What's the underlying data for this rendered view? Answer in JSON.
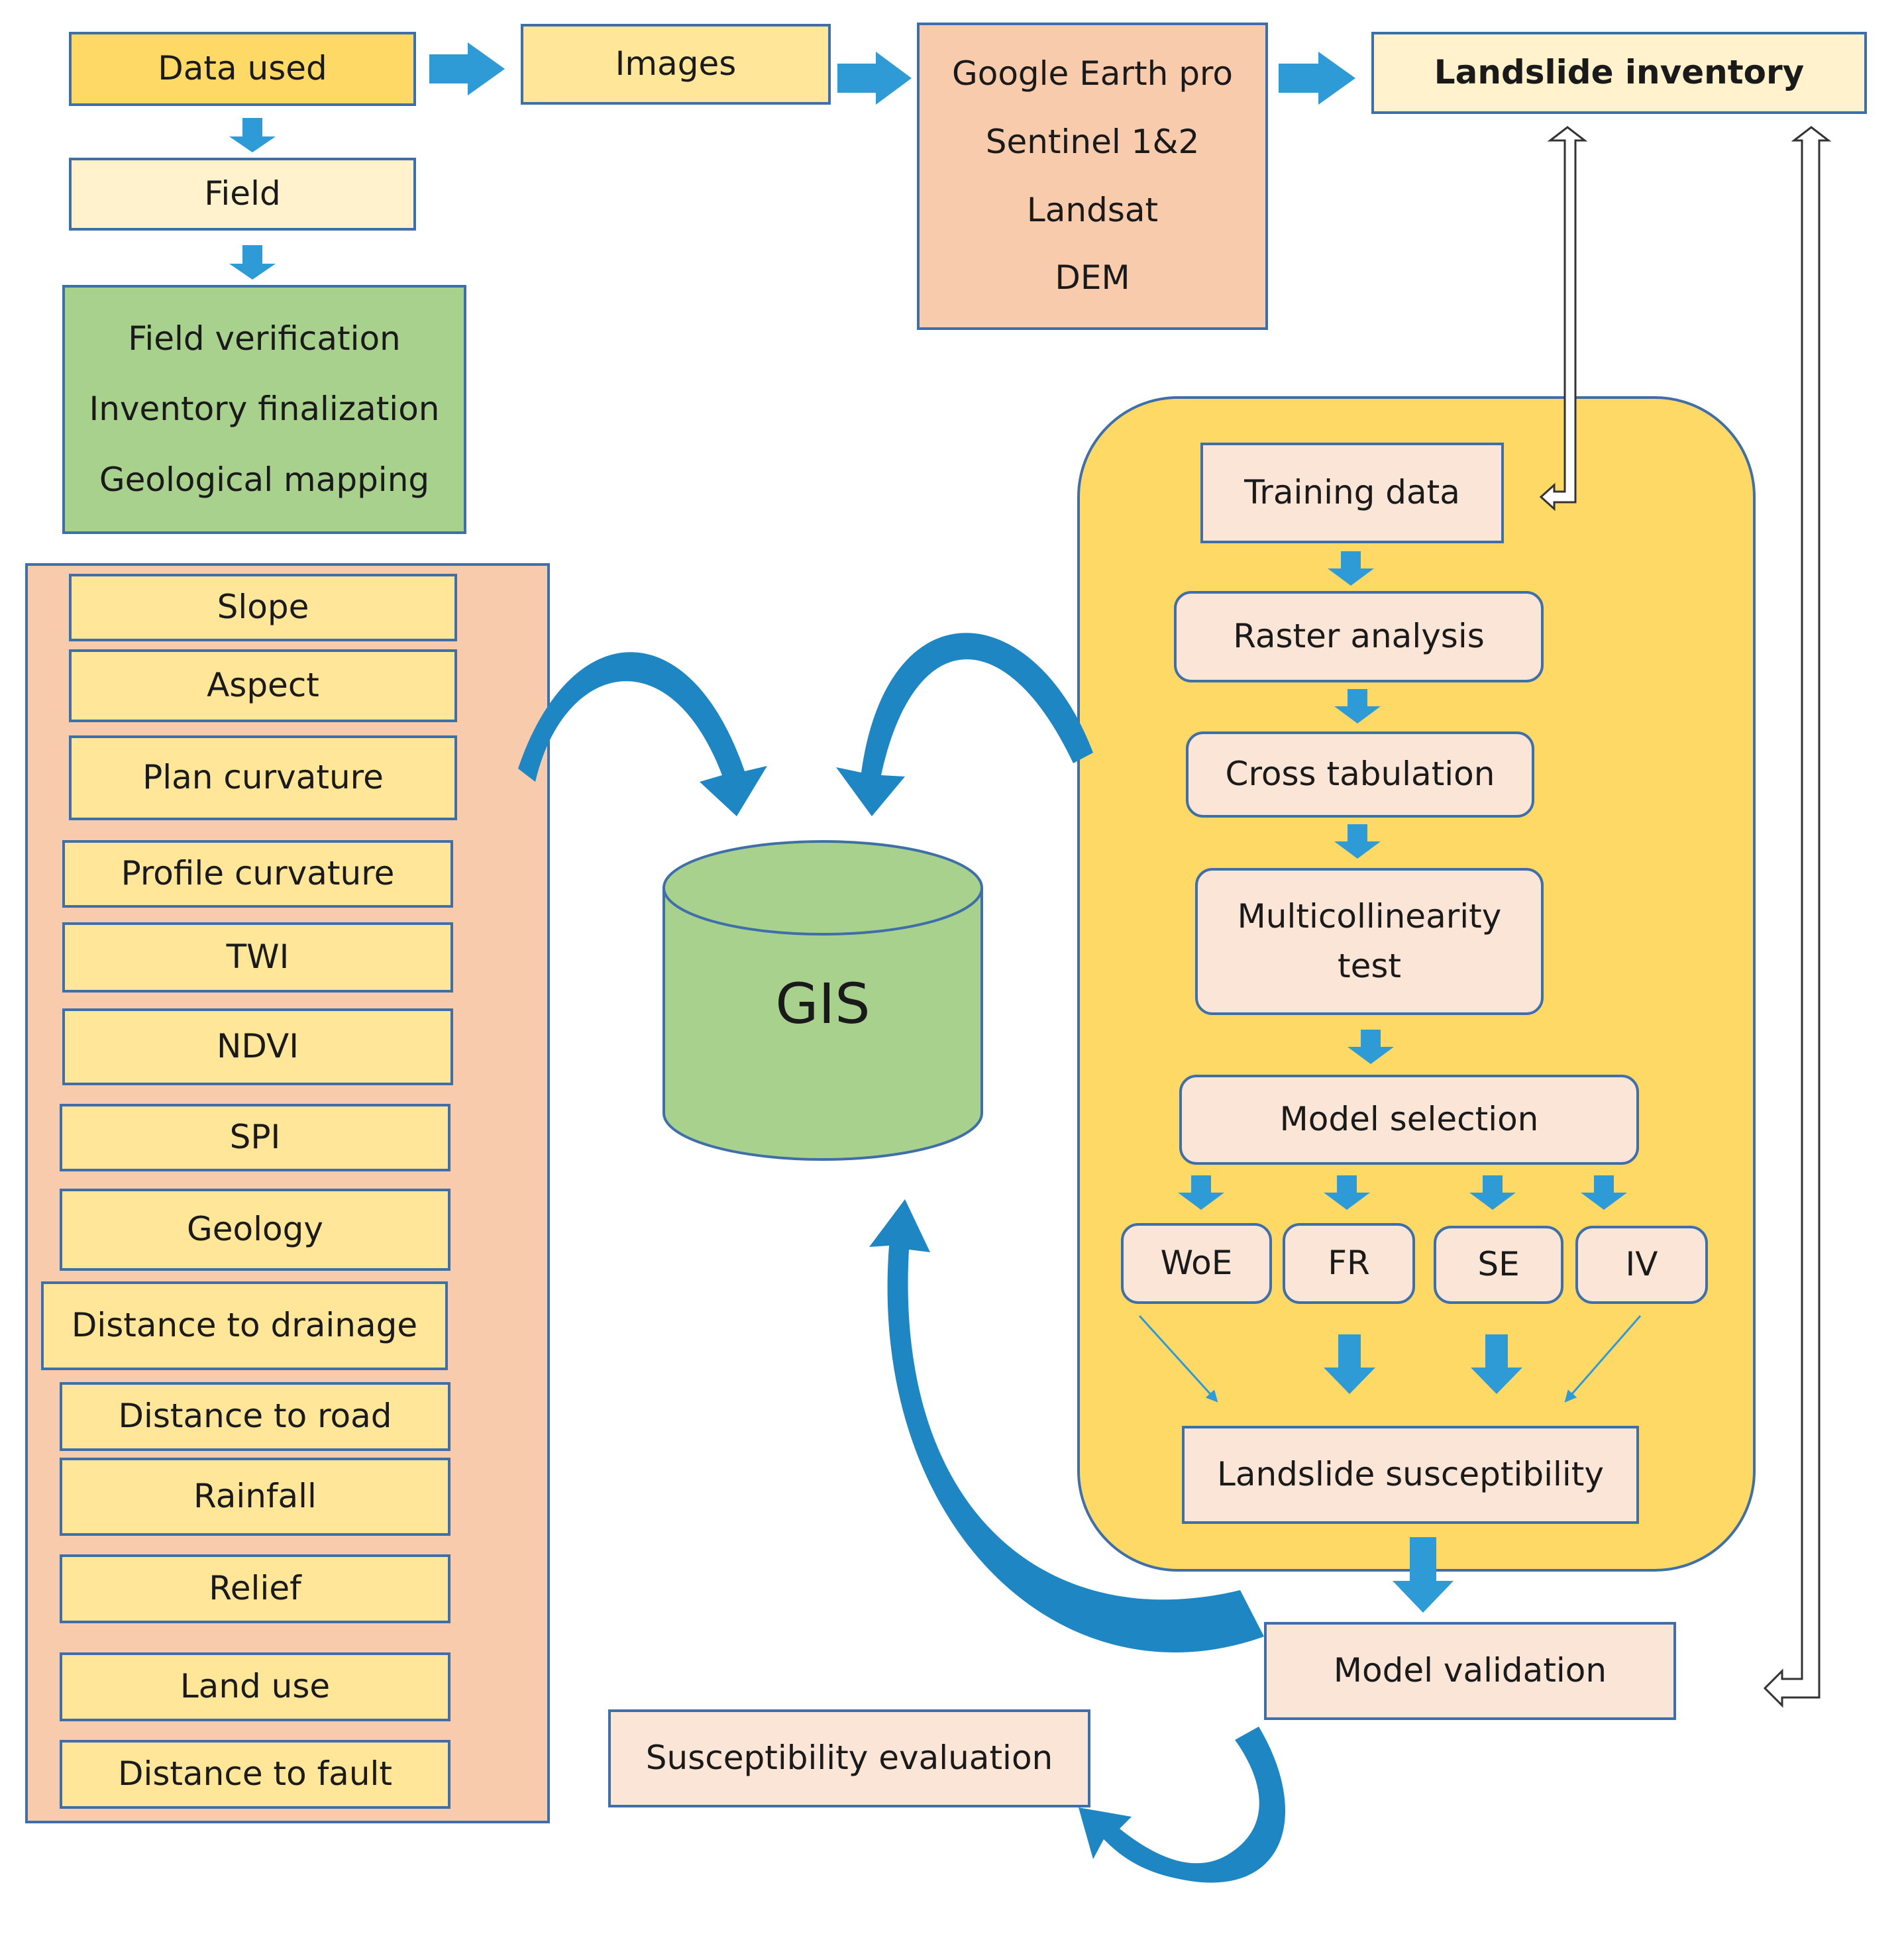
{
  "top_row": {
    "data_used": "Data used",
    "images": "Images",
    "sources": [
      "Google Earth pro",
      "Sentinel 1&2",
      "Landsat",
      "DEM"
    ],
    "landslide_inventory": "Landslide inventory"
  },
  "field": {
    "label": "Field",
    "tasks": [
      "Field verification",
      "Inventory finalization",
      "Geological mapping"
    ]
  },
  "factors": [
    "Slope",
    "Aspect",
    "Plan curvature",
    "Profile curvature",
    "TWI",
    "NDVI",
    "SPI",
    "Geology",
    "Distance to drainage",
    "Distance to road",
    "Rainfall",
    "Relief",
    "Land use",
    "Distance to fault"
  ],
  "gis": {
    "label": "GIS"
  },
  "workflow": {
    "training_data": "Training data",
    "raster_analysis": "Raster analysis",
    "cross_tabulation": "Cross tabulation",
    "multicollinearity": [
      "Multicollinearity",
      "test"
    ],
    "model_selection": "Model selection",
    "models": [
      "WoE",
      "FR",
      "SE",
      "IV"
    ],
    "landslide_susceptibility": "Landslide susceptibility"
  },
  "model_validation": "Model validation",
  "susceptibility_evaluation": "Susceptibility evaluation",
  "colors": {
    "arrow_blue": "#2e9bd6",
    "curved_arrow": "#1f86c4",
    "panel_yellow": "#ffd966",
    "border_blue": "#3f6fa8"
  }
}
